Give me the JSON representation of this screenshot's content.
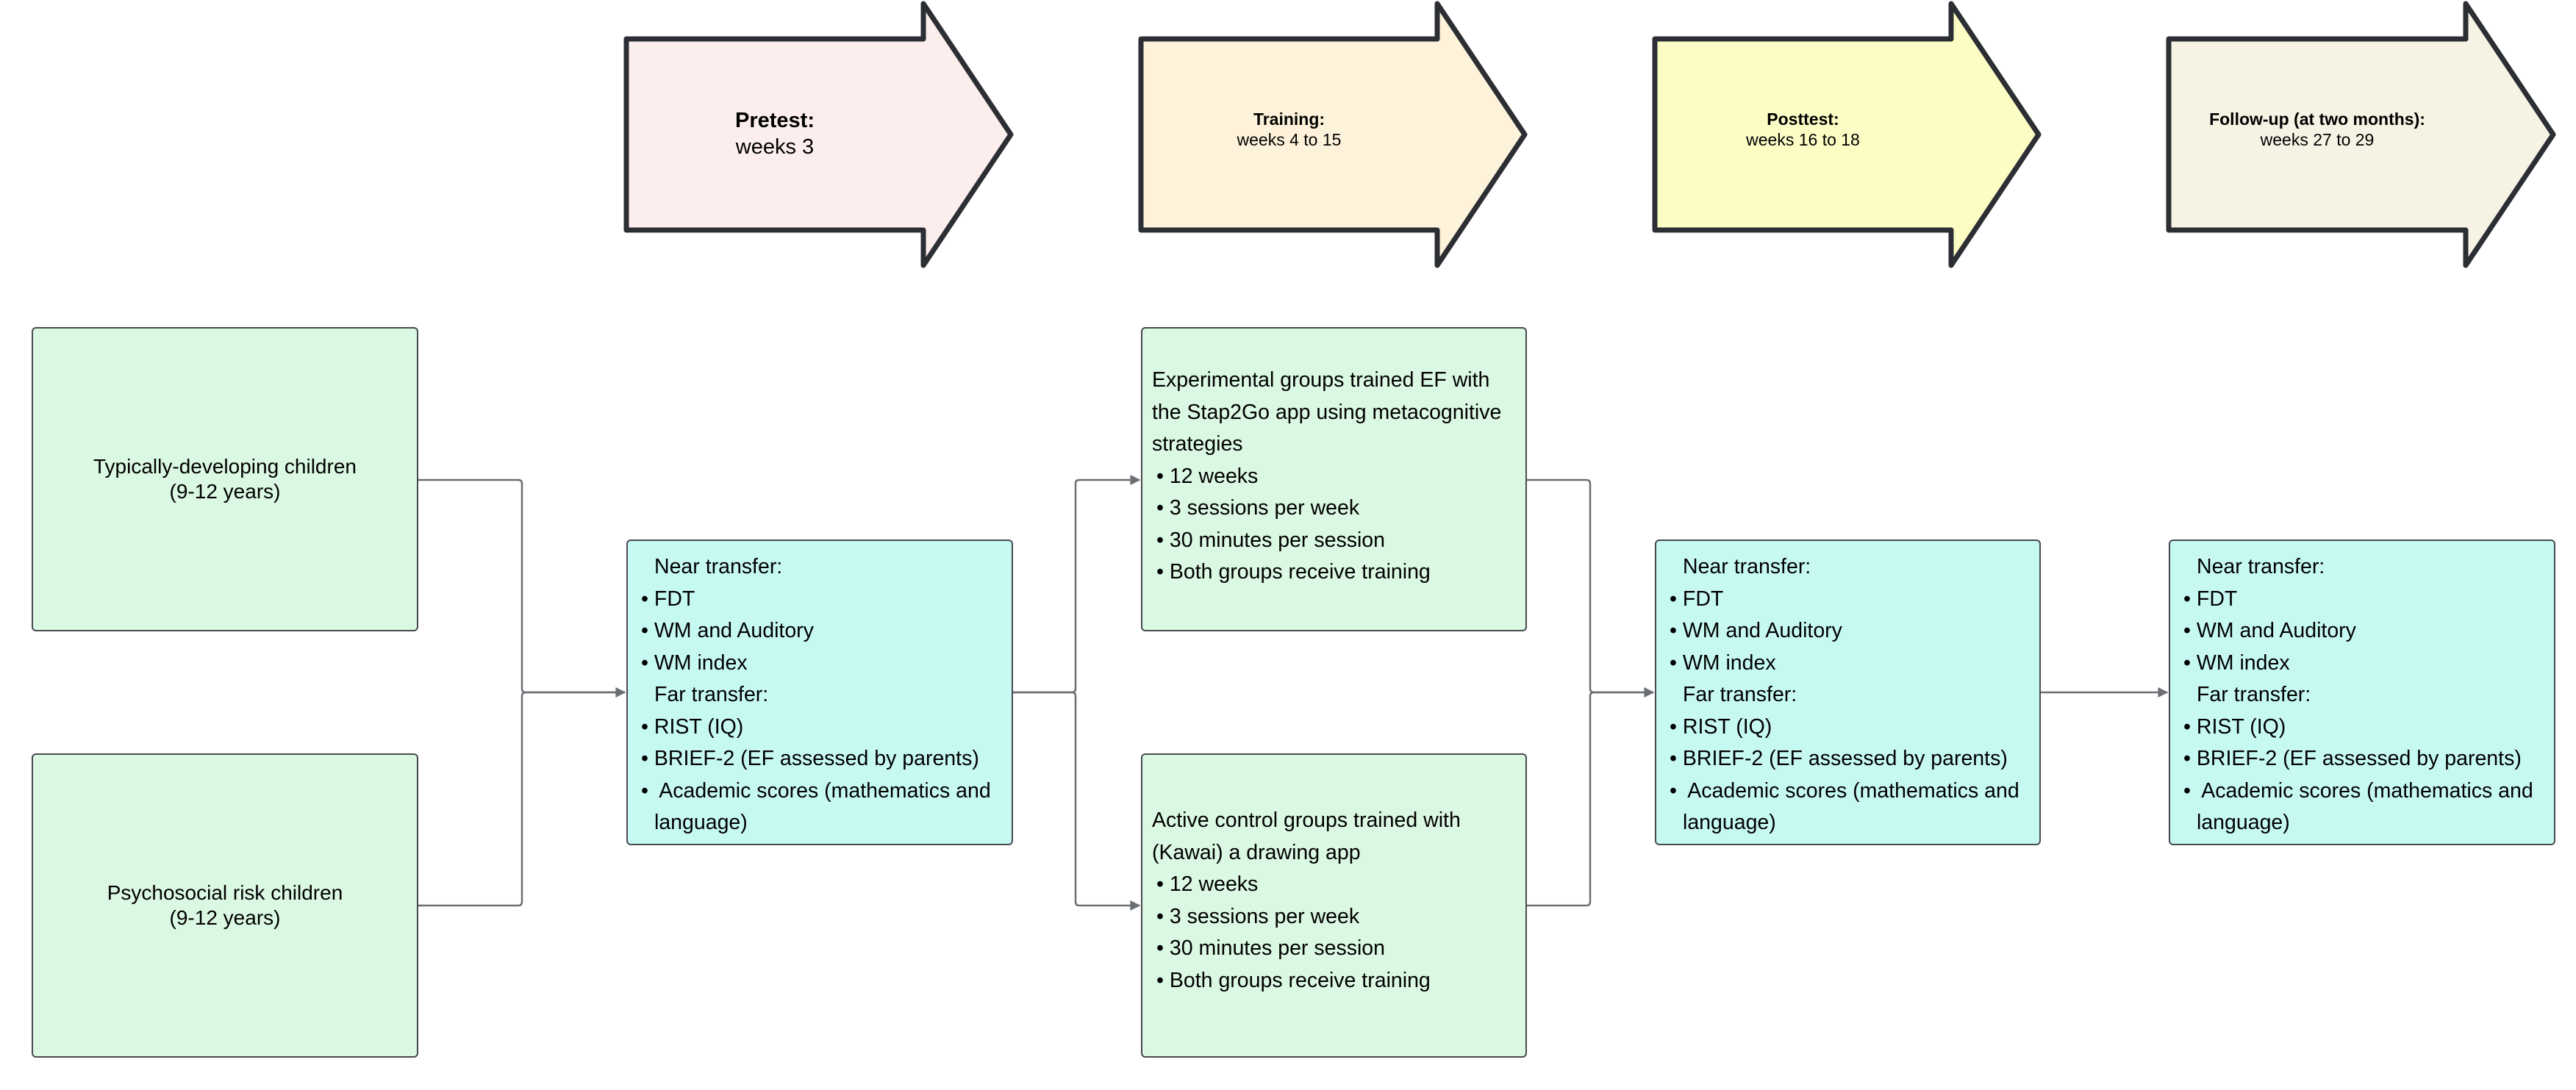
{
  "phases": [
    {
      "title": "Pretest:",
      "subtitle": "weeks 3",
      "fill": "#fdeeee"
    },
    {
      "title": "Training:",
      "subtitle": "weeks 4 to 15",
      "fill": "#fef3da"
    },
    {
      "title": "Posttest:",
      "subtitle": "weeks 16 to 18",
      "fill": "#fcfdc5"
    },
    {
      "title": "Follow-up (at two months):",
      "subtitle": "weeks 27 to 29",
      "fill": "#f6f3e4"
    }
  ],
  "groups": {
    "typical": {
      "line1": "Typically-developing children",
      "line2": "(9-12 years)"
    },
    "risk": {
      "line1": "Psychosocial risk children",
      "line2": "(9-12 years)"
    }
  },
  "assessment": {
    "near_heading": "Near transfer:",
    "near_items": [
      "FDT",
      "WM and Auditory",
      "WM index"
    ],
    "far_heading": "Far transfer:",
    "far_items": [
      "RIST (IQ)",
      "BRIEF-2 (EF assessed by parents)"
    ],
    "academic_line1": "Academic scores (mathematics and",
    "academic_line2": "language)"
  },
  "training": {
    "experimental": {
      "lines": [
        "Experimental groups trained EF with",
        "the Stap2Go app using metacognitive",
        "strategies"
      ],
      "items": [
        "12 weeks",
        "3 sessions per week",
        "30 minutes per session",
        "Both groups receive training"
      ]
    },
    "control": {
      "lines": [
        "Active control groups trained with",
        "(Kawai) a drawing app"
      ],
      "items": [
        "12 weeks",
        "3 sessions per week",
        "30 minutes per session",
        "Both groups receive training"
      ]
    }
  },
  "colors": {
    "group_fill": "#dbf8e3",
    "assessment_fill": "#c7f9f3",
    "border": "#474a50",
    "connector": "#6b6e73",
    "arrow_stroke": "#2b2e33"
  }
}
